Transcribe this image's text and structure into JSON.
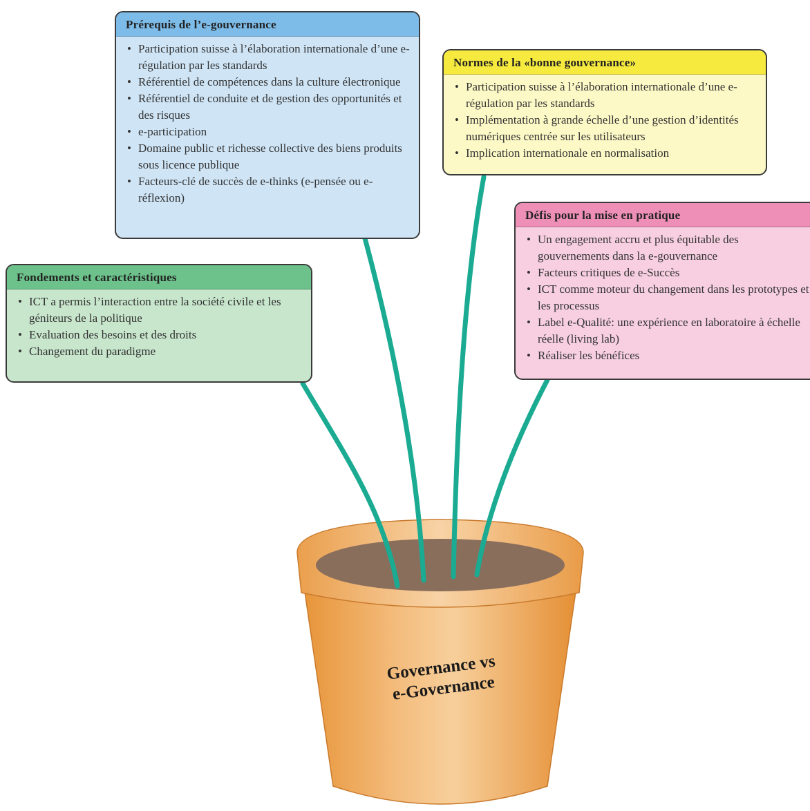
{
  "cards": {
    "prerequis": {
      "title": "Prérequis de l’e-gouvernance",
      "items": [
        "Participation suisse à l’élaboration internationale d’une e-régulation par les standards",
        "Référentiel de compétences dans la culture électronique",
        "Référentiel de conduite et de gestion des opportunités et des risques",
        "e-participation",
        "Domaine public et richesse collective des biens produits sous licence publique",
        "Facteurs-clé de succès de e-thinks (e-pensée ou e-réflexion)"
      ]
    },
    "normes": {
      "title": "Normes de la «bonne gouvernance»",
      "items": [
        "Participation suisse à l’élaboration internationale d’une e-régulation par les standards",
        "Implémentation à grande échelle d’une gestion d’identités numériques centrée sur les utilisateurs",
        "Implication internationale en normalisation"
      ]
    },
    "defis": {
      "title": "Défis pour la mise en pratique",
      "items": [
        "Un engagement accru et plus équitable des gouvernements dans la e-gouvernance",
        "Facteurs critiques de e-Succès",
        "ICT comme moteur du changement dans les prototypes et les processus",
        "Label e-Qualité: une expérience en laboratoire à échelle réelle (living lab)",
        "Réaliser les bénéfices"
      ]
    },
    "fondements": {
      "title": "Fondements et caractéristiques",
      "items": [
        "ICT a permis l’interaction entre la société civile et les géniteurs de la politique",
        "Evaluation des besoins et des droits",
        "Changement du paradigme"
      ]
    }
  },
  "pot": {
    "label_line1": "Governance vs",
    "label_line2": "e-Governance"
  },
  "colors": {
    "stem": "#1aab92",
    "soil": "#8a6e5c",
    "pot_light": "#f5c58a",
    "pot_dark": "#e6983f"
  }
}
